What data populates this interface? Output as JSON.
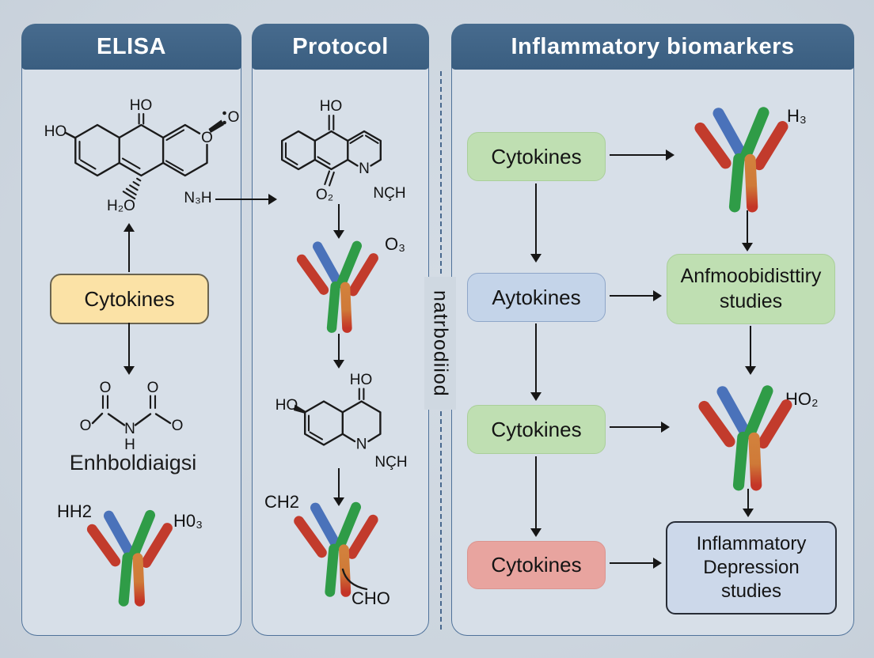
{
  "panels": {
    "elisa": {
      "title": "ELISA",
      "molecule_top": {
        "ho_top": "HO",
        "ho_left": "HO",
        "ring_o": "O",
        "radical_o": "O",
        "h2o": "H₂O",
        "n3h": "N₃H"
      },
      "cytokines_box_label": "Cytokines",
      "molecule_bottom": {
        "o_top_left": "O",
        "o_top_right": "O",
        "o_left": "O",
        "o_right": "O",
        "n": "N",
        "h": "H",
        "caption": "Enhboldiaigsi"
      },
      "antibody_labels": {
        "left": "HH2",
        "right": "H0₃"
      }
    },
    "protocol": {
      "title": "Protocol",
      "molecule_top": {
        "ho": "HO",
        "o2": "O₂",
        "n": "N",
        "nch": "NÇH"
      },
      "antibody1_label": "O₃",
      "molecule_mid": {
        "ho_top": "HO",
        "ho_left": "HO",
        "n": "N",
        "nch": "NÇH"
      },
      "antibody2_labels": {
        "ch2": "CH2",
        "cho": "CHO"
      }
    },
    "biomarkers": {
      "title": "Inflammatory biomarkers",
      "row1": {
        "box_label": "Cytokines",
        "antibody_label": "H₃"
      },
      "row2": {
        "box_label": "Aytokines",
        "studies_lines": [
          "Anfmoobidisttiry",
          "studies"
        ]
      },
      "row3": {
        "box_label": "Cytokines",
        "antibody_label": "HO₂"
      },
      "row4": {
        "box_label": "Cytokines",
        "final_lines": [
          "Inflammatory",
          "Depression",
          "studies"
        ]
      }
    }
  },
  "separator": {
    "vertical_text": "natrbodiiod"
  },
  "colors": {
    "background": "#cfd7e0",
    "panel_bg": "#d7dfe8",
    "panel_border": "#4f729a",
    "header_bg": "#3e6384",
    "yellow_box": "#fbe2a6",
    "green_box": "#bfdfb2",
    "blue_box": "#c4d4e9",
    "red_box": "#e8a49f",
    "final_box_bg": "#ccd8ea",
    "antibody_red": "#c23b2c",
    "antibody_blue": "#4a72ba",
    "antibody_green": "#2f9c47",
    "antibody_orange": "#d2813c"
  }
}
